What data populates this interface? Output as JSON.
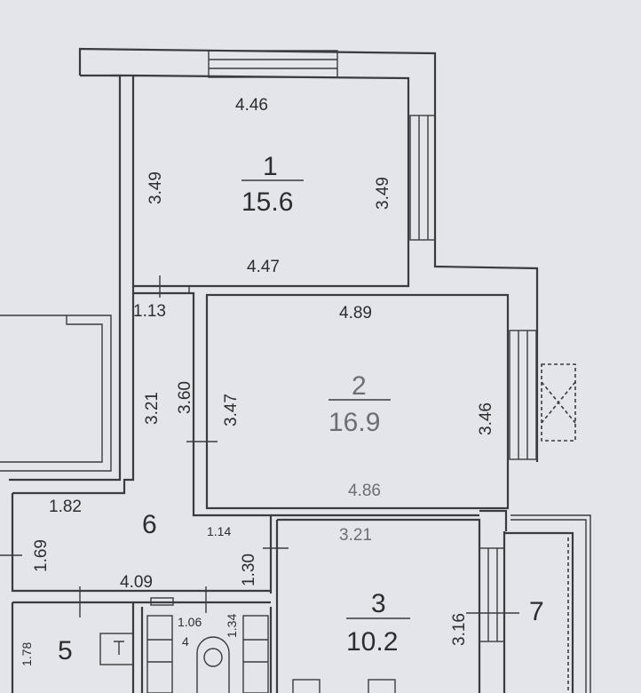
{
  "plan": {
    "rooms": [
      {
        "number": "1",
        "area": "15.6",
        "dims": {
          "top": "4.46",
          "bottom": "4.47",
          "left": "3.49",
          "right": "3.49"
        }
      },
      {
        "number": "2",
        "area": "16.9",
        "dims": {
          "top": "4.89",
          "bottom": "4.86",
          "left": "3.47",
          "right": "3.46"
        }
      },
      {
        "number": "3",
        "area": "10.2",
        "dims": {
          "top": "3.21",
          "right": "3.16"
        }
      },
      {
        "number": "4",
        "dims": {
          "top": "1.06",
          "right": "1.34"
        }
      },
      {
        "number": "5",
        "dims": {
          "left": "1.78"
        }
      },
      {
        "number": "6",
        "dims": {
          "top": "1.82",
          "left": "1.69",
          "bottom": "4.09",
          "right_top": "1.14",
          "right": "1.30"
        }
      },
      {
        "number": "7"
      }
    ],
    "corridor": {
      "top": "1.13",
      "left": "3.21",
      "right": "3.60"
    }
  }
}
